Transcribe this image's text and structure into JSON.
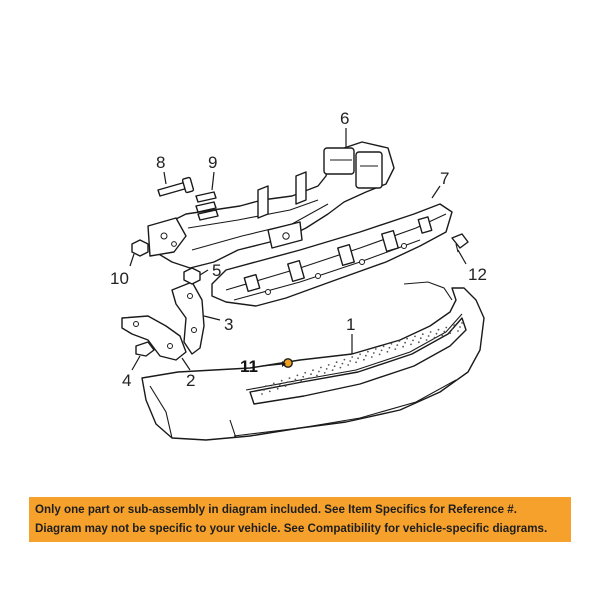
{
  "callouts": {
    "c1": "1",
    "c2": "2",
    "c3": "3",
    "c4": "4",
    "c5": "5",
    "c6": "6",
    "c7": "7",
    "c8": "8",
    "c9": "9",
    "c10": "10",
    "c11": "11",
    "c12": "12"
  },
  "banner": {
    "line1": "Only one part or sub-assembly in diagram included. See Item Specifics for Reference #.",
    "line2": "Diagram may not be specific to your vehicle. See Compatibility for vehicle-specific diagrams."
  },
  "colors": {
    "banner_bg": "#f6a12b",
    "line": "#1a1a1a",
    "highlight_part": "#f0a020"
  }
}
